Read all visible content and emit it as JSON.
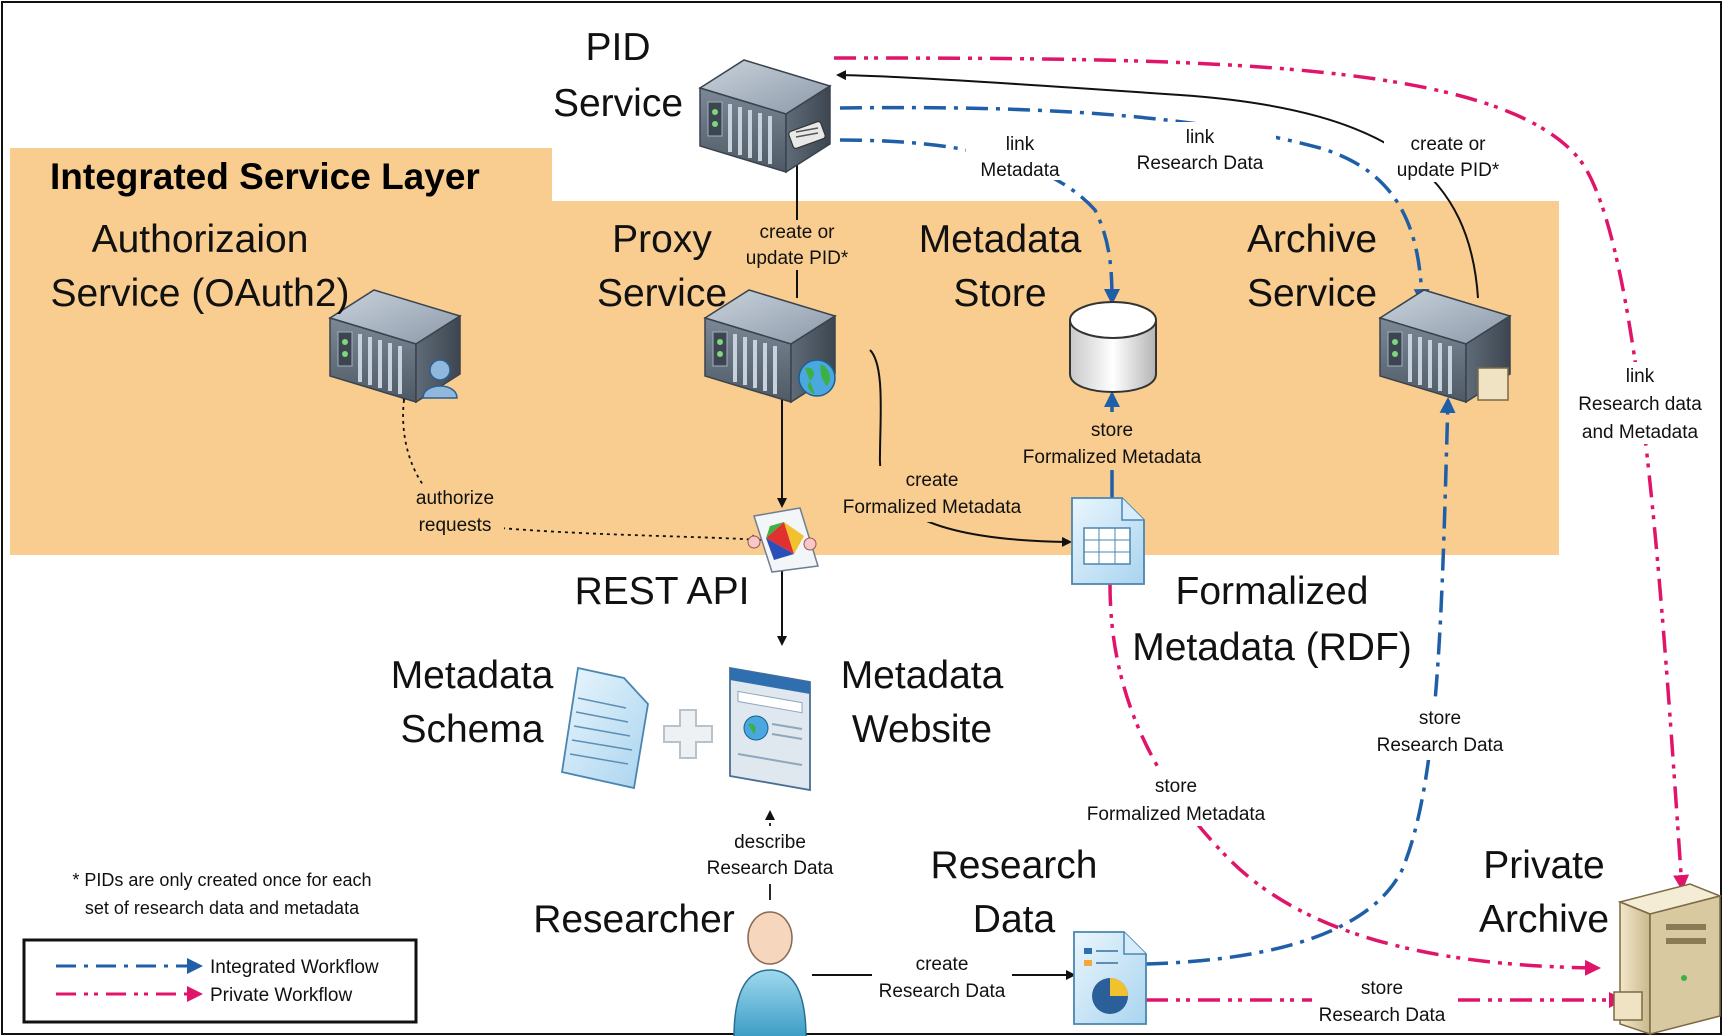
{
  "colors": {
    "layer_band": "#f8cd8f",
    "integrated_workflow": "#1f5fa8",
    "private_workflow": "#e0156a",
    "plain_flow": "#111111"
  },
  "layer": {
    "title": "Integrated Service Layer"
  },
  "components": {
    "pid_service": {
      "line1": "PID",
      "line2": "Service",
      "icon": "server-certificate-icon"
    },
    "authorization_service": {
      "line1": "Authorizaion",
      "line2": "Service (OAuth2)",
      "icon": "server-user-icon"
    },
    "proxy_service": {
      "line1": "Proxy",
      "line2": "Service",
      "icon": "server-globe-icon"
    },
    "metadata_store": {
      "line1": "Metadata",
      "line2": "Store",
      "icon": "database-icon"
    },
    "archive_service": {
      "line1": "Archive",
      "line2": "Service",
      "icon": "server-folder-icon"
    },
    "rest_api": {
      "label": "REST API",
      "icon": "api-icon"
    },
    "formalized_metadata": {
      "line1": "Formalized",
      "line2": "Metadata (RDF)",
      "icon": "spreadsheet-document-icon"
    },
    "metadata_schema": {
      "line1": "Metadata",
      "line2": "Schema",
      "icon": "document-icon"
    },
    "metadata_website": {
      "line1": "Metadata",
      "line2": "Website",
      "icon": "web-page-icon"
    },
    "plus": {
      "icon": "plus-icon"
    },
    "researcher": {
      "label": "Researcher",
      "icon": "user-icon"
    },
    "research_data": {
      "line1": "Research",
      "line2": "Data",
      "icon": "report-document-icon"
    },
    "private_archive": {
      "line1": "Private",
      "line2": "Archive",
      "icon": "desktop-computer-icon"
    }
  },
  "edges": {
    "proxy_to_pid": {
      "line1": "create or",
      "line2": "update PID*"
    },
    "archive_to_pid": {
      "line1": "create or",
      "line2": "update PID*"
    },
    "pid_link_metadata": {
      "line1": "link",
      "line2": "Metadata"
    },
    "pid_link_research_data": {
      "line1": "link",
      "line2": "Research Data"
    },
    "pid_link_private": {
      "line1": "link",
      "line2": "Research data",
      "line3": "and Metadata"
    },
    "authorize_requests": {
      "line1": "authorize",
      "line2": "requests"
    },
    "create_formalized": {
      "line1": "create",
      "line2": "Formalized Metadata"
    },
    "store_formalized_integrated": {
      "line1": "store",
      "line2": "Formalized Metadata"
    },
    "store_formalized_private": {
      "line1": "store",
      "line2": "Formalized Metadata"
    },
    "store_research_integrated": {
      "line1": "store",
      "line2": "Research Data"
    },
    "store_research_private": {
      "line1": "store",
      "line2": "Research Data"
    },
    "describe_research_data": {
      "line1": "describe",
      "line2": "Research Data"
    },
    "create_research_data": {
      "line1": "create",
      "line2": "Research Data"
    }
  },
  "footnote": {
    "line1": "* PIDs are only created once for each",
    "line2": "set of research data and metadata"
  },
  "legend": {
    "integrated": "Integrated Workflow",
    "private": "Private Workflow"
  }
}
